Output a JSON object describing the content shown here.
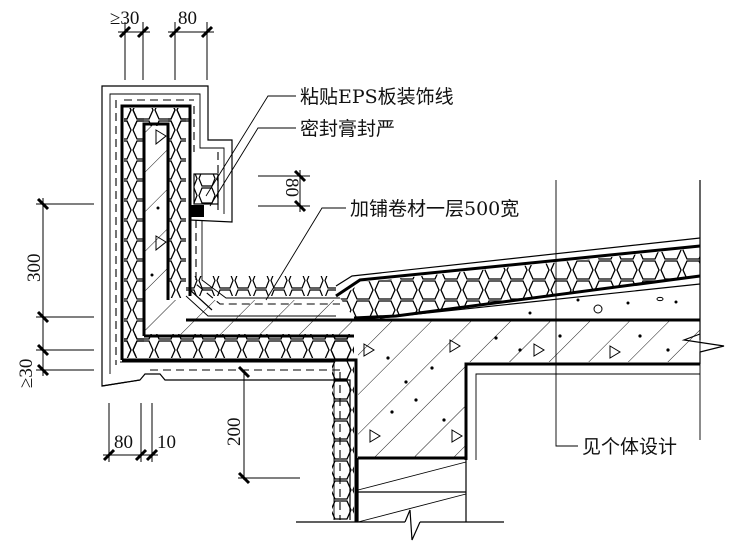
{
  "drawing": {
    "type": "construction-detail",
    "subject": "parapet / roof edge insulation detail"
  },
  "labels": {
    "eps_decor_line": "粘贴EPS板装饰线",
    "sealant": "密封膏封严",
    "extra_membrane": "加铺卷材一层500宽",
    "see_individual_design": "见个体设计"
  },
  "dimensions": {
    "top_left": "≥30",
    "top_right": "80",
    "decor_height": "80",
    "parapet_height": "300",
    "left_min": "≥30",
    "bottom_left": "80",
    "bottom_right": "10",
    "soffit": "200"
  }
}
